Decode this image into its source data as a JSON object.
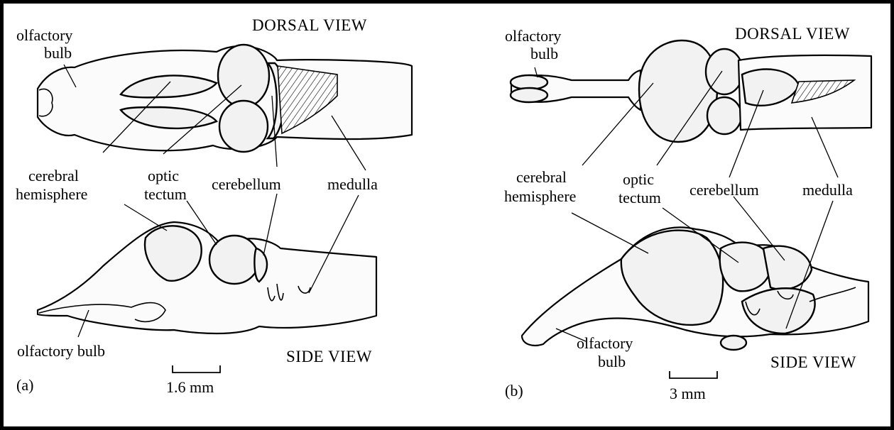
{
  "panel_a": {
    "tag": "(a)",
    "dorsal_title": "DORSAL VIEW",
    "side_title": "SIDE VIEW",
    "olfactory_bulb_top": [
      "olfactory",
      "bulb"
    ],
    "cerebral_hemisphere": [
      "cerebral",
      "hemisphere"
    ],
    "optic_tectum": [
      "optic",
      "tectum"
    ],
    "cerebellum": "cerebellum",
    "medulla": "medulla",
    "olfactory_bulb_side": "olfactory bulb",
    "scale": "1.6 mm"
  },
  "panel_b": {
    "tag": "(b)",
    "dorsal_title": "DORSAL VIEW",
    "side_title": "SIDE VIEW",
    "olfactory_bulb_top": [
      "olfactory",
      "bulb"
    ],
    "cerebral_hemisphere": [
      "cerebral",
      "hemisphere"
    ],
    "optic_tectum": [
      "optic",
      "tectum"
    ],
    "cerebellum": "cerebellum",
    "medulla": "medulla",
    "olfactory_bulb_side": [
      "olfactory",
      "bulb"
    ],
    "scale": "3 mm"
  }
}
